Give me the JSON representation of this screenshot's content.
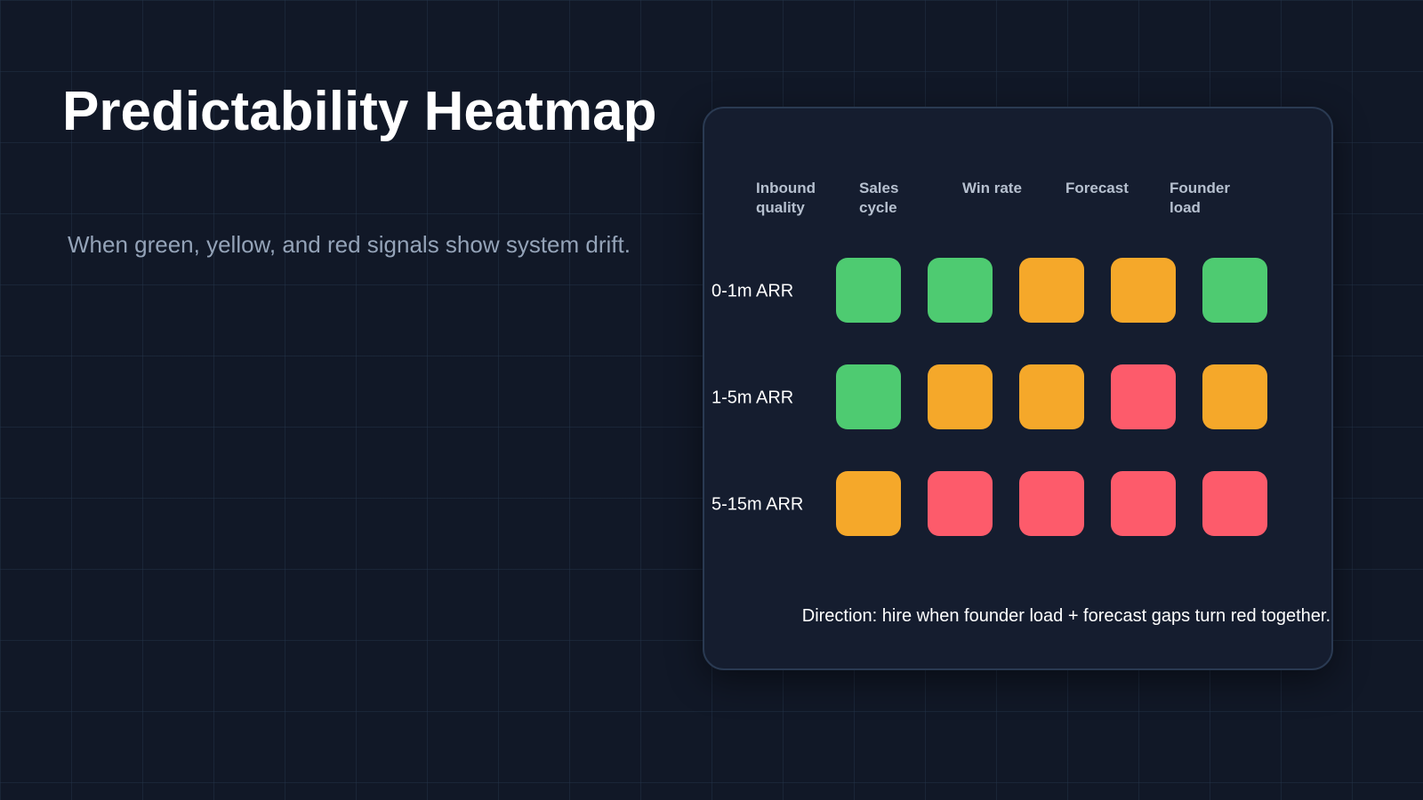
{
  "title": "Predictability Heatmap",
  "subtitle": "When green, yellow, and red signals show system drift.",
  "note": "Direction: hire when founder load + forecast gaps turn red together.",
  "colors": {
    "background": "#111827",
    "card": "#151d2f",
    "green": "#4ecb71",
    "yellow": "#f5a82a",
    "red": "#fd5b6b"
  },
  "chart_data": {
    "type": "heatmap",
    "columns": [
      [
        "Inbound",
        "quality"
      ],
      [
        "Sales",
        "cycle"
      ],
      [
        "Win rate"
      ],
      [
        "Forecast"
      ],
      [
        "Founder",
        "load"
      ]
    ],
    "rows": [
      "0-1m ARR",
      "1-5m ARR",
      "5-15m ARR"
    ],
    "values": [
      [
        "green",
        "green",
        "yellow",
        "yellow",
        "green"
      ],
      [
        "green",
        "yellow",
        "yellow",
        "red",
        "yellow"
      ],
      [
        "yellow",
        "red",
        "red",
        "red",
        "red"
      ]
    ]
  }
}
